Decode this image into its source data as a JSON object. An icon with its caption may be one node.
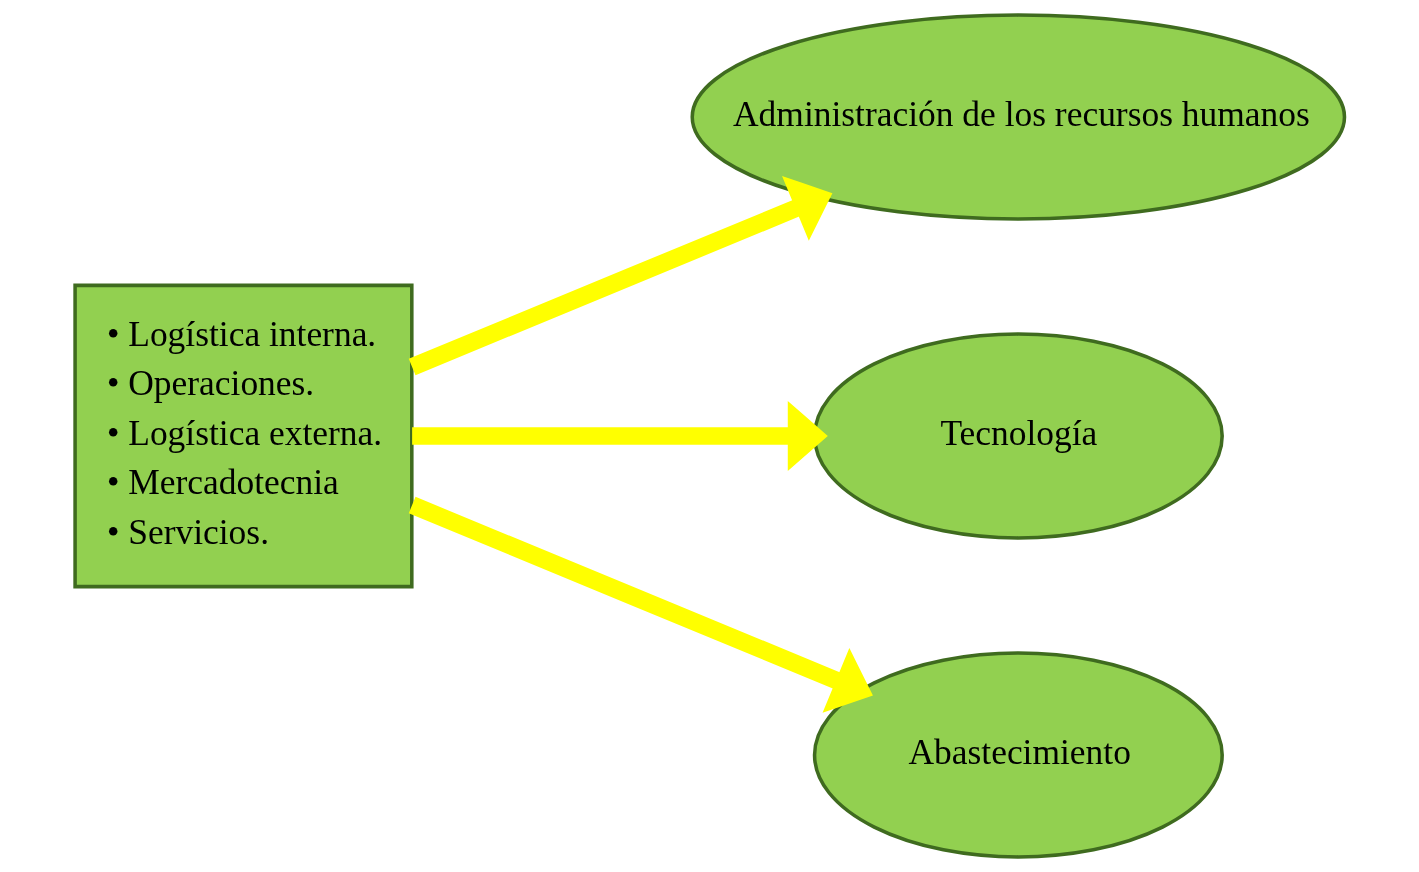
{
  "diagram": {
    "nodes": [
      {
        "text": [
          "• Logística interna.",
          "• Operaciones.",
          "• Logística externa.",
          "• Mercadotecnia",
          "• Servicios."
        ]
      },
      {
        "text": [
          "Administración de los recursos humanos"
        ]
      },
      {
        "text": [
          "Tecnología"
        ]
      },
      {
        "text": [
          "Abastecimiento"
        ]
      }
    ],
    "edges": [
      {
        "from": 0,
        "to": 1,
        "arrow": "to"
      },
      {
        "from": 0,
        "to": 2,
        "arrow": "to"
      },
      {
        "from": 0,
        "to": 3,
        "arrow": "to"
      }
    ]
  }
}
